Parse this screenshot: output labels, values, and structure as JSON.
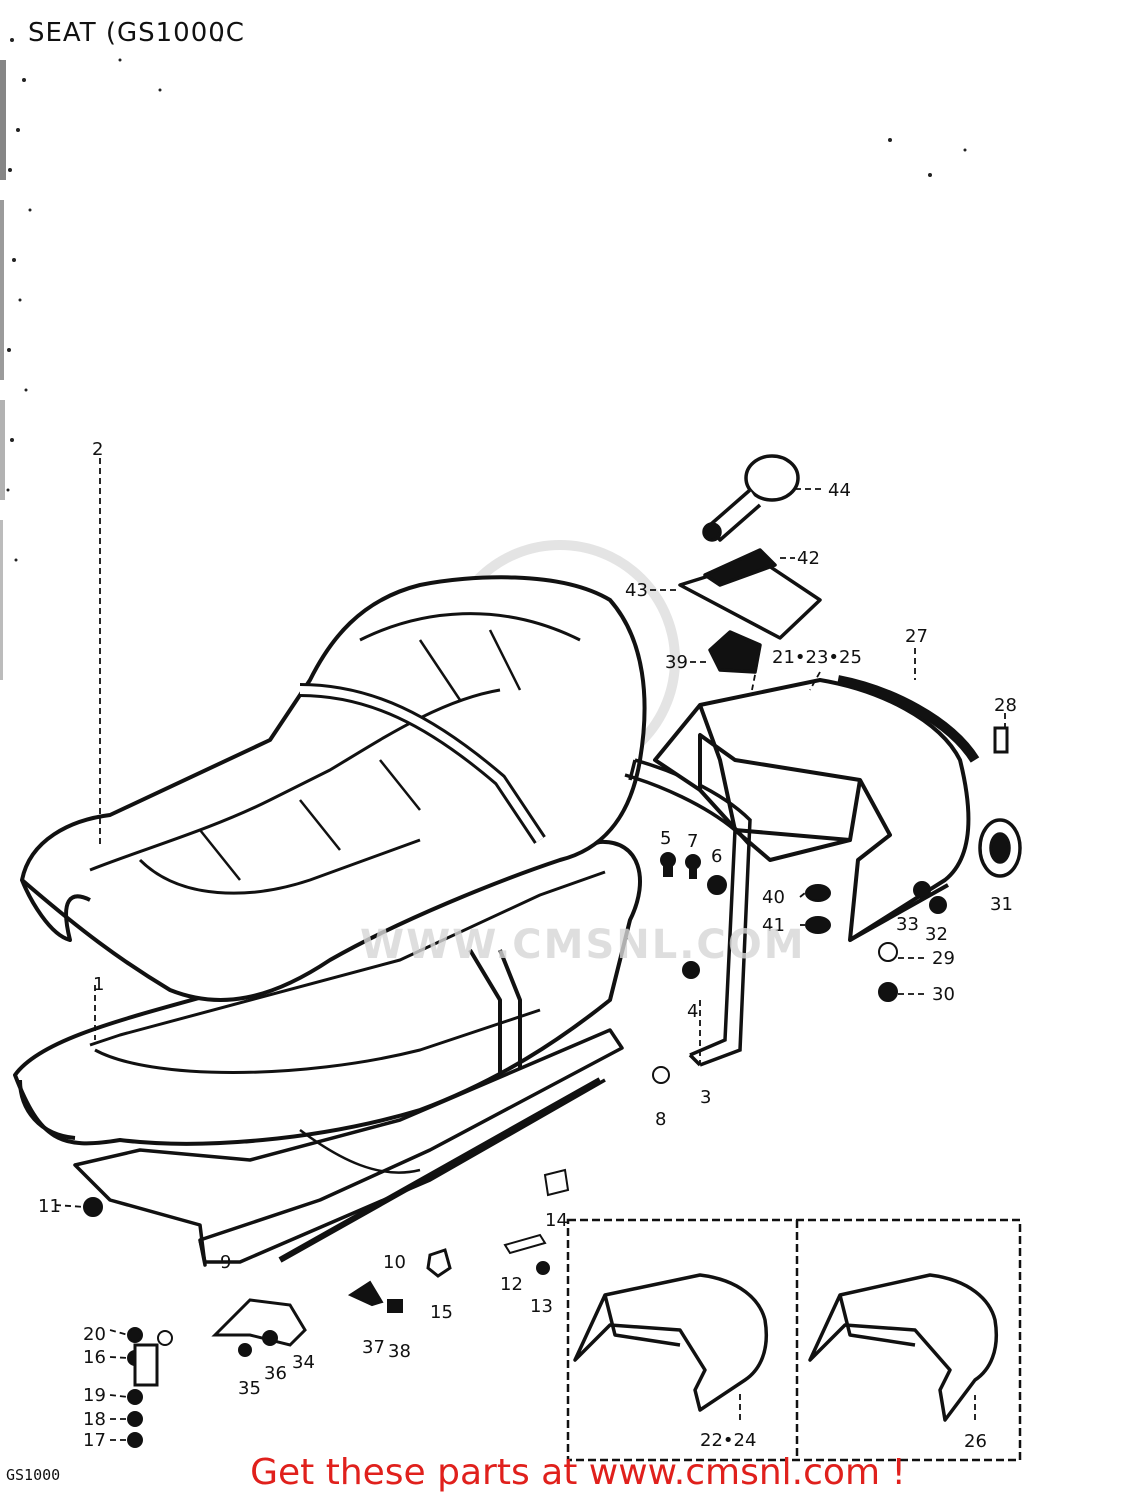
{
  "diagram": {
    "title": "SEAT (GS1000C",
    "model_code": "GS1000",
    "banner": "Get these parts at www.cmsnl.com !",
    "watermark": "WWW.CMSNL.COM",
    "callouts": {
      "c1": "1",
      "c2": "2",
      "c3": "3",
      "c4": "4",
      "c5": "5",
      "c6": "6",
      "c7": "7",
      "c8": "8",
      "c9": "9",
      "c10": "10",
      "c11": "11",
      "c12": "12",
      "c13": "13",
      "c14": "14",
      "c15": "15",
      "c16": "16",
      "c17": "17",
      "c18": "18",
      "c19": "19",
      "c20": "20",
      "c21": "21•23•25",
      "c22": "22•24",
      "c26": "26",
      "c27": "27",
      "c28": "28",
      "c29": "29",
      "c30": "30",
      "c31": "31",
      "c32": "32",
      "c33": "33",
      "c34": "34",
      "c35": "35",
      "c36": "36",
      "c37": "37",
      "c38": "38",
      "c39": "39",
      "c40": "40",
      "c41": "41",
      "c42": "42",
      "c43": "43",
      "c44": "44"
    }
  }
}
